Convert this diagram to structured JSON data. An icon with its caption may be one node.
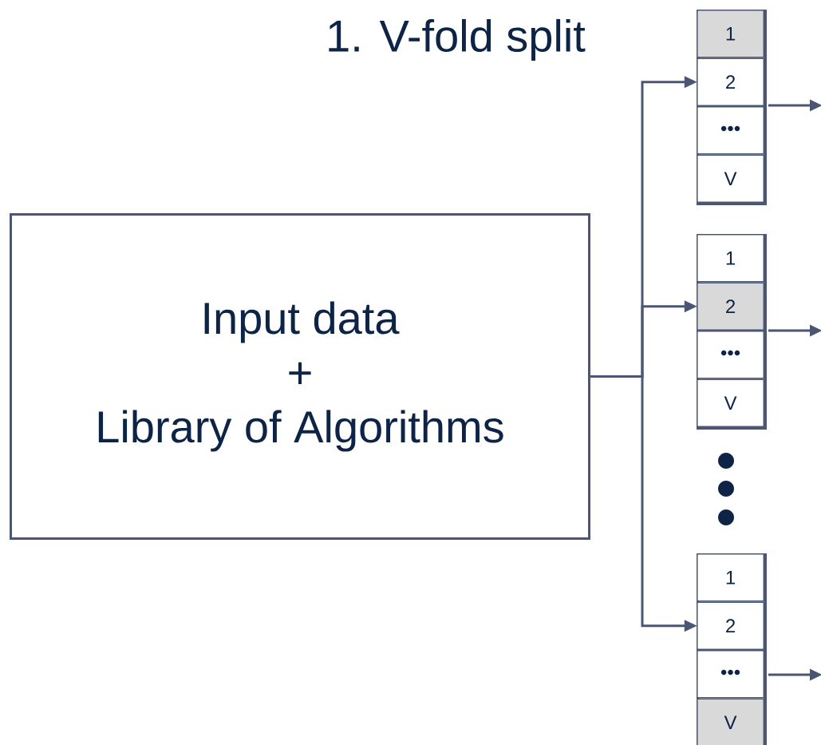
{
  "diagram": {
    "title": "1. V-fold split",
    "nodes": [
      {
        "text": [
          "Input data",
          "+",
          "Library of Algorithms"
        ]
      },
      {
        "text": [],
        "shape": "box"
      },
      {
        "text": [
          "1"
        ],
        "in": 1
      },
      {
        "text": [
          "2"
        ],
        "in": 1
      },
      {
        "text": [
          "•••"
        ],
        "in": 1
      },
      {
        "text": [
          "V"
        ],
        "in": 1
      },
      {
        "text": [],
        "shape": "box"
      },
      {
        "text": [
          "1"
        ],
        "in": 6
      },
      {
        "text": [
          "2"
        ],
        "in": 6
      },
      {
        "text": [
          "•••"
        ],
        "in": 6
      },
      {
        "text": [
          "V"
        ],
        "in": 6
      },
      {
        "text": [],
        "shape": "box"
      },
      {
        "text": [
          "1"
        ],
        "in": 11
      },
      {
        "text": [
          "2"
        ],
        "in": 11
      },
      {
        "text": [
          "•••"
        ],
        "in": 11
      },
      {
        "text": [
          "V"
        ],
        "in": 11
      }
    ],
    "edges": [
      {
        "from": 0,
        "to": 3,
        "arrow": "to"
      },
      {
        "from": 0,
        "to": 8,
        "arrow": "to"
      },
      {
        "from": 0,
        "to": 13,
        "arrow": "to"
      },
      {
        "from": 1,
        "to": null,
        "arrow": "to"
      },
      {
        "from": 6,
        "to": null,
        "arrow": "to"
      },
      {
        "from": 11,
        "to": null,
        "arrow": "to"
      }
    ]
  }
}
